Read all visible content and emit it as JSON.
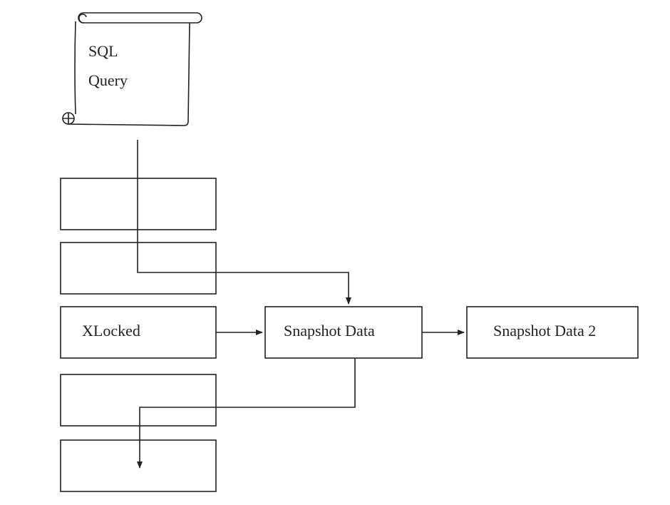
{
  "scroll": {
    "line1": "SQL",
    "line2": "Query"
  },
  "rows": [
    {
      "label": ""
    },
    {
      "label": ""
    },
    {
      "label": "XLocked"
    },
    {
      "label": ""
    },
    {
      "label": ""
    }
  ],
  "snapshot": {
    "label": "Snapshot Data"
  },
  "snapshot2": {
    "label": "Snapshot Data 2"
  },
  "colors": {
    "stroke": "#222222",
    "background": "#ffffff"
  }
}
